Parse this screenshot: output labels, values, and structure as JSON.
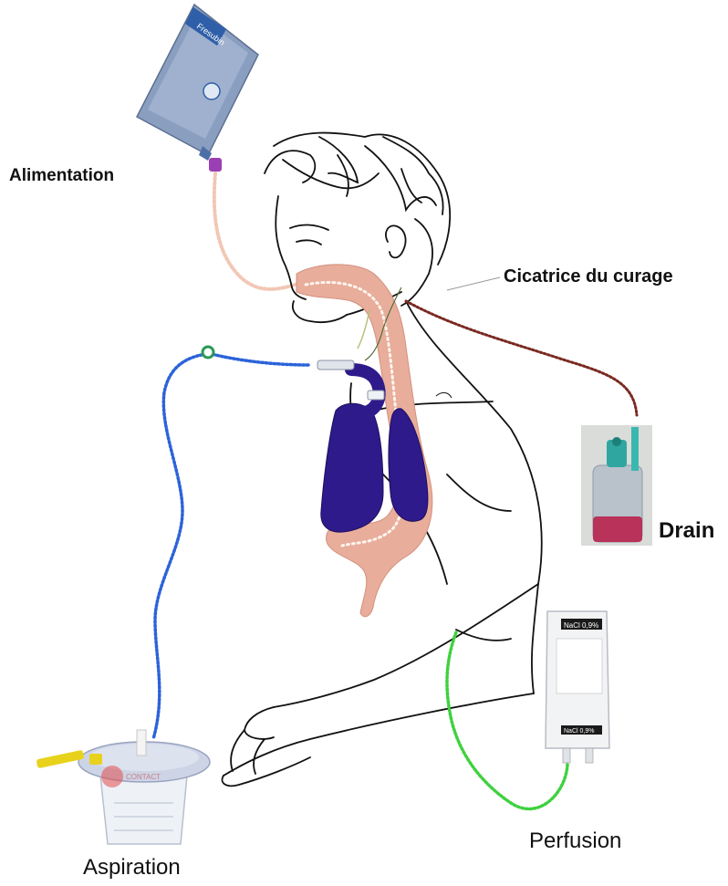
{
  "labels": {
    "alimentation": "Alimentation",
    "cicatrice": "Cicatrice du curage",
    "drain": "Drain",
    "perfusion": "Perfusion",
    "aspiration": "Aspiration"
  },
  "devices": {
    "feeding_bag_brand": "Fresubin",
    "iv_bag_text": "NaCl 0,9%",
    "suction_watermark": "CONTACT"
  },
  "colors": {
    "feeding_tube": "#f2c7b4",
    "digestive_tract": "#e8ad9b",
    "lungs": "#2e1a8a",
    "suction_tube": "#2b63d9",
    "drain_tube": "#7a2a22",
    "iv_tube": "#3fd13f",
    "drain_fluid": "#b8325a",
    "outline": "#111111"
  }
}
